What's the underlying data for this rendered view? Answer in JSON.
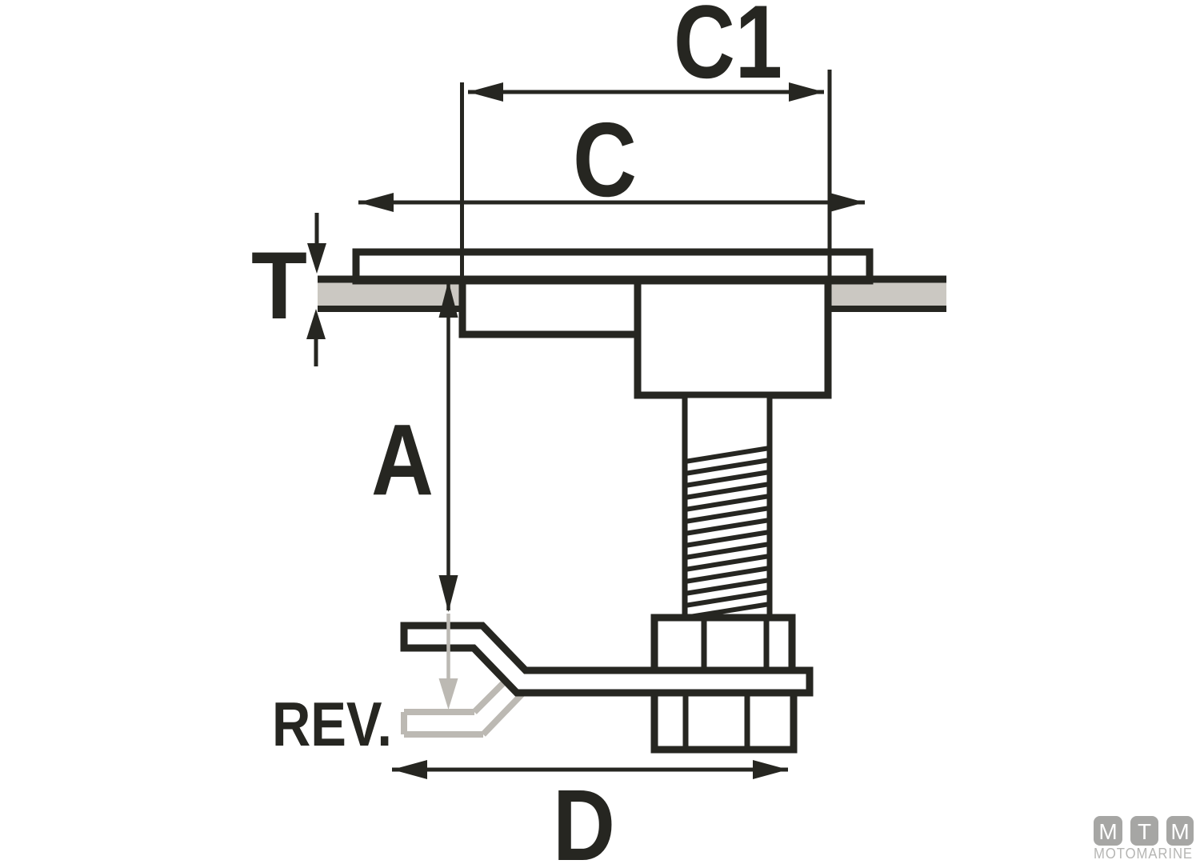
{
  "diagram": {
    "type": "technical-drawing",
    "subject": "panel-mounted compression latch, side section with fastening bolt, nuts and cam arm",
    "dimension_labels": [
      "C1",
      "C",
      "T",
      "A",
      "D"
    ],
    "reversed_arm_note": "REV."
  },
  "labels": {
    "c1": "C1",
    "c": "C",
    "t": "T",
    "a": "A",
    "d": "D",
    "rev": "REV."
  },
  "logo": {
    "block1": "M",
    "block2": "T",
    "block3": "M",
    "subtitle": "MOTOMARINE"
  },
  "colors": {
    "line": "#262621",
    "panel": "#cbc8c2",
    "ghost": "#bcb9b3",
    "logo_block": "#a6a6a4",
    "logo_text": "#b5b5b3"
  }
}
